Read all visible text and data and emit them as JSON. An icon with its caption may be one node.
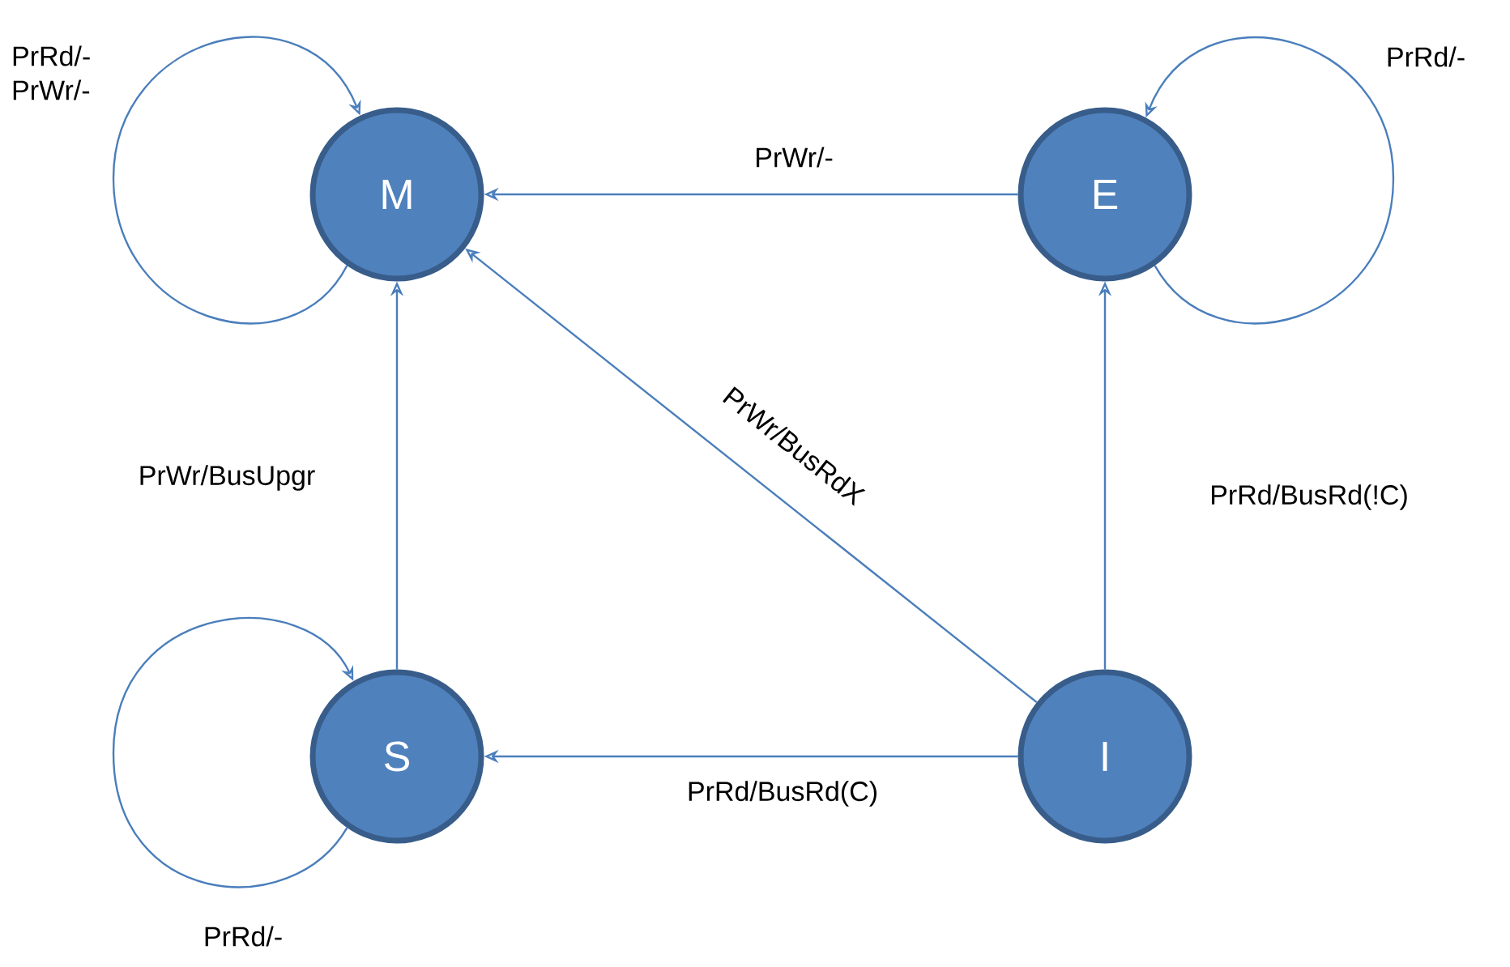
{
  "diagram": {
    "nodes": [
      {
        "text": [
          "M"
        ]
      },
      {
        "text": [
          "E"
        ]
      },
      {
        "text": [
          "S"
        ]
      },
      {
        "text": [
          "I"
        ]
      }
    ],
    "edges": [
      {
        "from": 0,
        "to": 0,
        "arrow": "to",
        "label": "PrRd/- PrWr/-"
      },
      {
        "from": 1,
        "to": 0,
        "arrow": "to",
        "label": "PrWr/-"
      },
      {
        "from": 1,
        "to": 1,
        "arrow": "to",
        "label": "PrRd/-"
      },
      {
        "from": 2,
        "to": 0,
        "arrow": "to",
        "label": "PrWr/BusUpgr"
      },
      {
        "from": 3,
        "to": 0,
        "arrow": "to",
        "label": "PrWr/BusRdX"
      },
      {
        "from": 3,
        "to": 1,
        "arrow": "to",
        "label": "PrRd/BusRd(!C)"
      },
      {
        "from": 3,
        "to": 2,
        "arrow": "to",
        "label": "PrRd/BusRd(C)"
      },
      {
        "from": 2,
        "to": 2,
        "arrow": "to",
        "label": "PrRd/-"
      }
    ]
  }
}
